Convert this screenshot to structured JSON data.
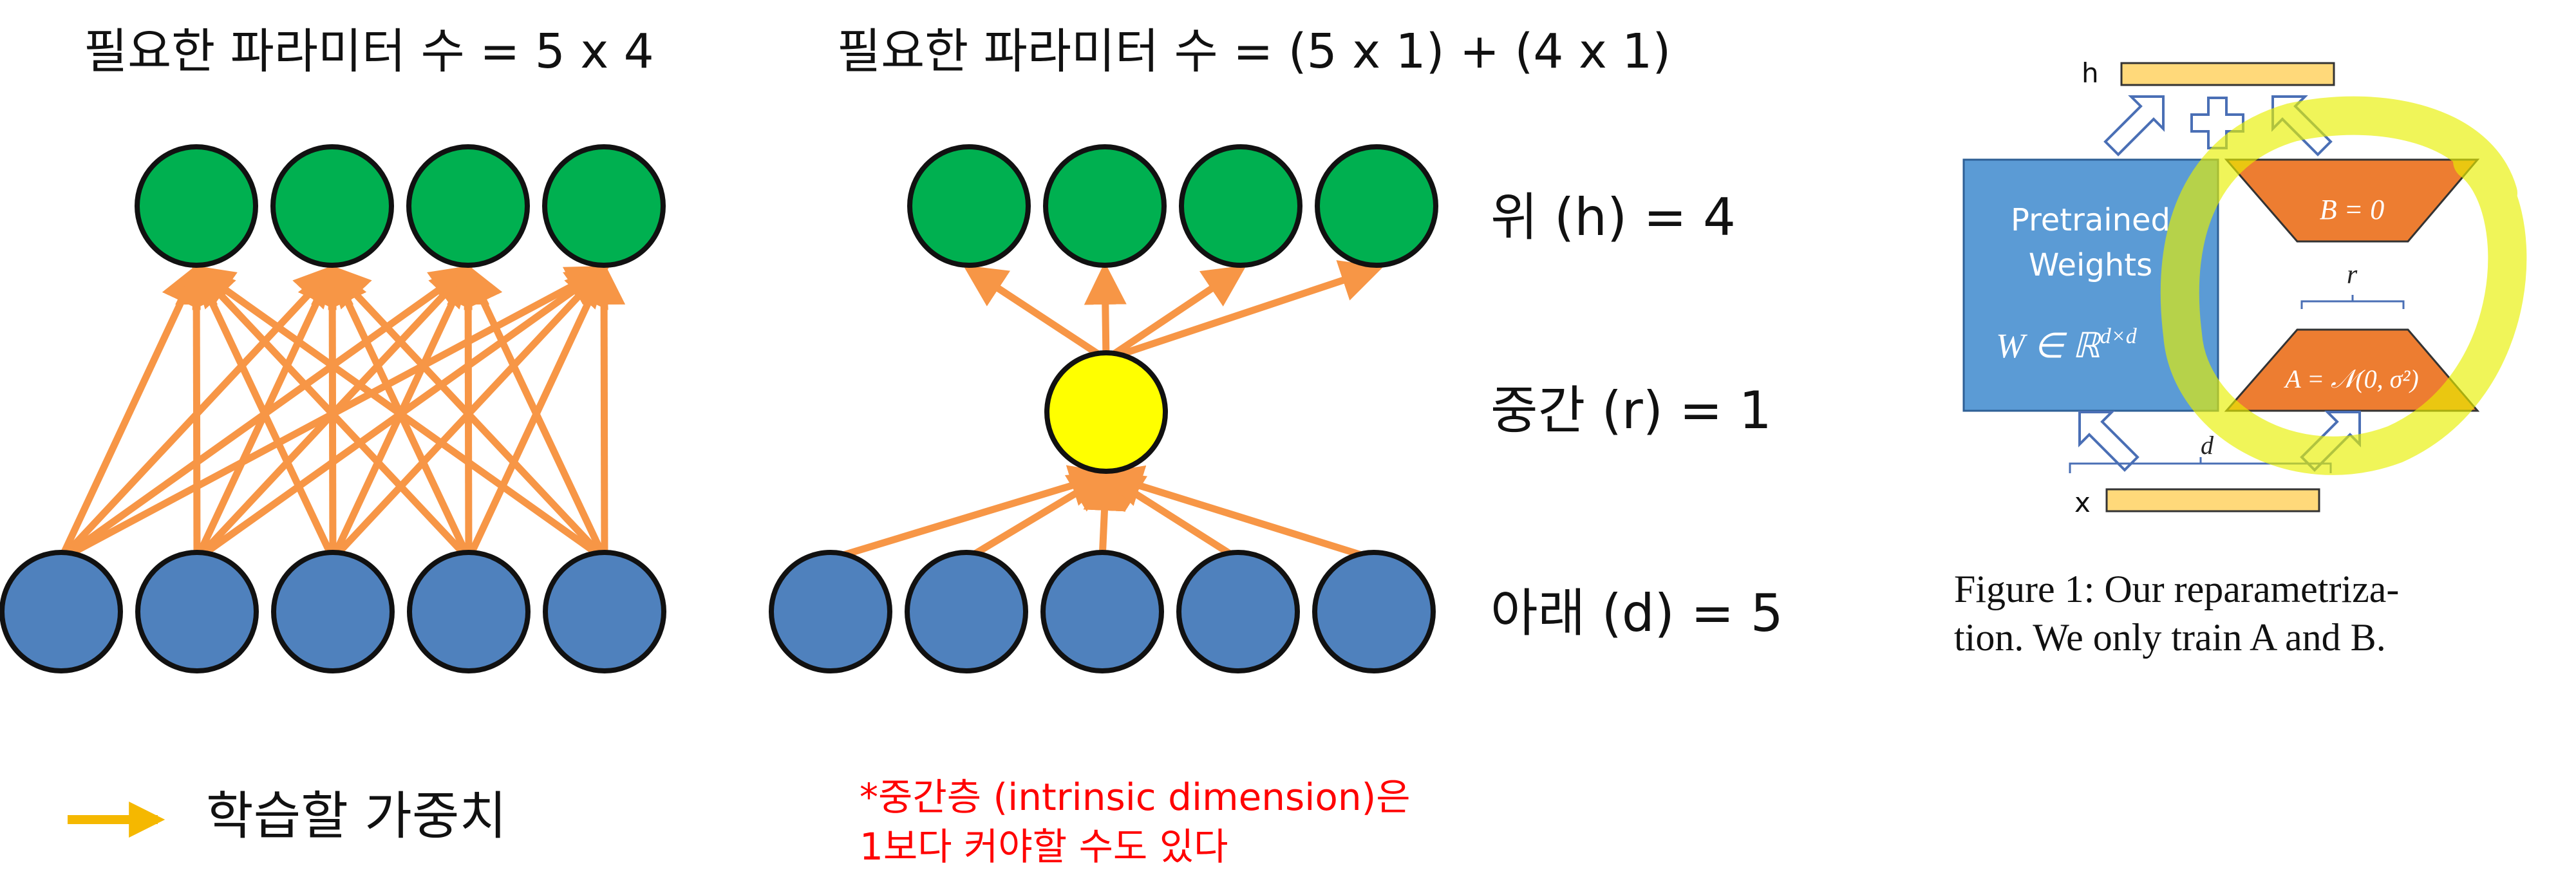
{
  "colors": {
    "green_node": "#00b050",
    "blue_node": "#4f81bd",
    "yellow_node": "#ffff00",
    "edge": "#f79646",
    "legend_arrow": "#f5b800",
    "note_text": "#ff0000",
    "weights_box": "#5b9bd5",
    "lora_block": "#ed7d31",
    "io_bar": "#ffd97a",
    "highlighter": "#e8f000"
  },
  "full_panel": {
    "title": "필요한 파라미터 수 = 5 x 4",
    "top_nodes": 4,
    "bottom_nodes": 5
  },
  "lora_panel": {
    "title": "필요한 파라미터 수 = (5 x 1) + (4 x 1)",
    "top_nodes": 4,
    "middle_nodes": 1,
    "bottom_nodes": 5,
    "labels": {
      "top": "위 (h) = 4",
      "middle": "중간 (r) = 1",
      "bottom": "아래 (d) = 5"
    }
  },
  "legend": {
    "label": "학습할 가중치"
  },
  "note": {
    "line1": "*중간층 (intrinsic dimension)은",
    "line2": "1보다 커야할 수도 있다"
  },
  "figure": {
    "h_label": "h",
    "x_label": "x",
    "weights_line1": "Pretrained",
    "weights_line2": "Weights",
    "weights_formula": "W ∈ ℝ",
    "weights_formula_sup": "d×d",
    "b_label": "B = 0",
    "a_label": "A = 𝒩(0, σ²)",
    "r_label": "r",
    "d_label": "d",
    "caption_line1": "Figure 1: Our reparametriza-",
    "caption_line2": "tion. We only train A and B."
  }
}
